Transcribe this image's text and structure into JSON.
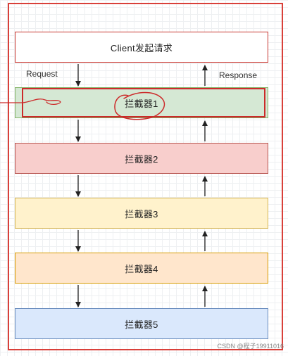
{
  "diagram": {
    "request_label": "Request",
    "response_label": "Response",
    "boxes": [
      {
        "label": "Client发起请求",
        "fill": "#ffffff",
        "border": "#c7342e"
      },
      {
        "label": "拦截器1",
        "fill": "#d5e8d4",
        "border": "#82b366"
      },
      {
        "label": "拦截器2",
        "fill": "#f8cecc",
        "border": "#b85450"
      },
      {
        "label": "拦截器3",
        "fill": "#fff2cc",
        "border": "#d6b656"
      },
      {
        "label": "拦截器4",
        "fill": "#ffe6cc",
        "border": "#d79b00"
      },
      {
        "label": "拦截器5",
        "fill": "#dae8fc",
        "border": "#6c8ebf"
      }
    ],
    "annotation_color": "#cc2a2a",
    "watermark": "CSDN @程子19911016"
  }
}
